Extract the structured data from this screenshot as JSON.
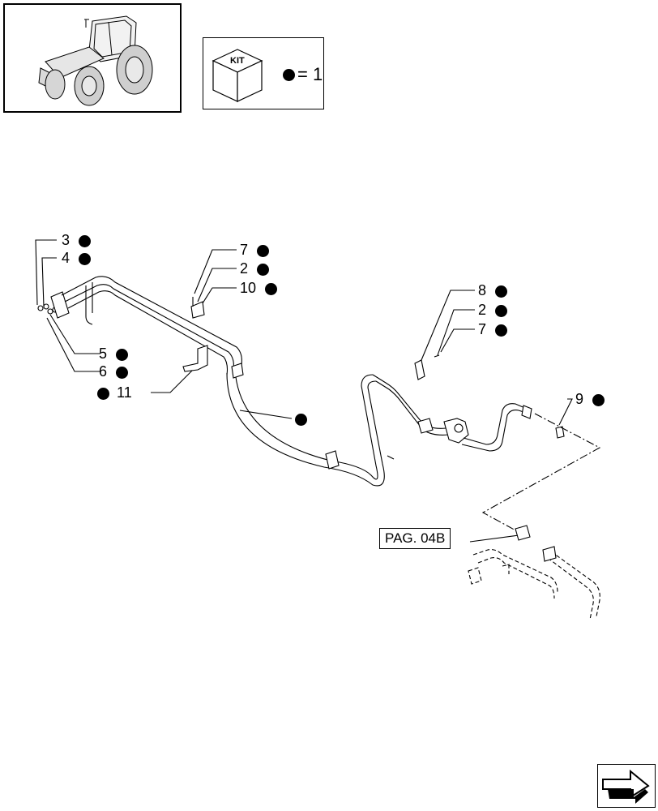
{
  "kit": {
    "label": "KIT",
    "legend_eq": "= 1"
  },
  "callouts": [
    {
      "id": "c3",
      "label": "3"
    },
    {
      "id": "c4",
      "label": "4"
    },
    {
      "id": "c5",
      "label": "5"
    },
    {
      "id": "c6",
      "label": "6"
    },
    {
      "id": "c11",
      "label": "11"
    },
    {
      "id": "c7a",
      "label": "7"
    },
    {
      "id": "c2a",
      "label": "2"
    },
    {
      "id": "c10",
      "label": "10"
    },
    {
      "id": "c8",
      "label": "8"
    },
    {
      "id": "c2b",
      "label": "2"
    },
    {
      "id": "c7b",
      "label": "7"
    },
    {
      "id": "c9",
      "label": "9"
    }
  ],
  "reference": {
    "label": "PAG. 04B"
  },
  "icons": {
    "thumbnail": "tractor-thumbnail-icon",
    "kit": "kit-box-icon",
    "nav": "next-page-arrow-icon"
  }
}
